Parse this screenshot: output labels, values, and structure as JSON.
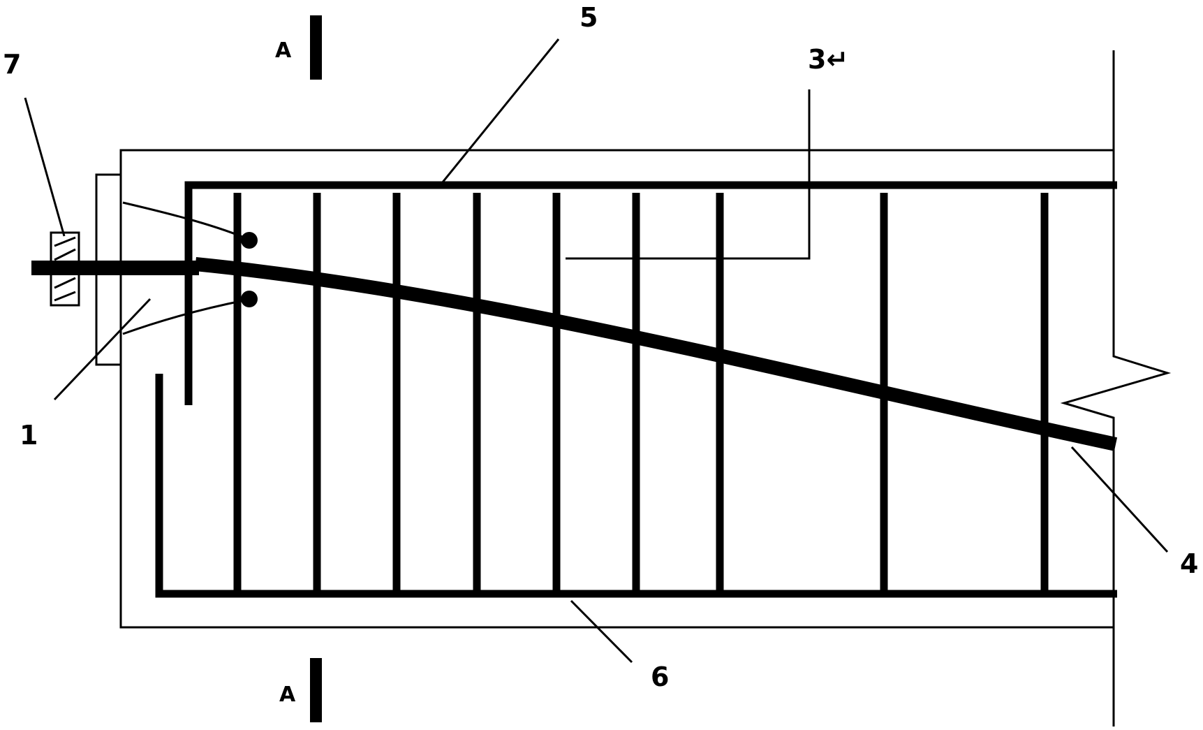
{
  "labels": {
    "part_1": "1",
    "part_3": "3↵",
    "part_4": "4",
    "part_5": "5",
    "part_6": "6",
    "part_7": "7",
    "section_top": "A",
    "section_bottom": "A"
  }
}
